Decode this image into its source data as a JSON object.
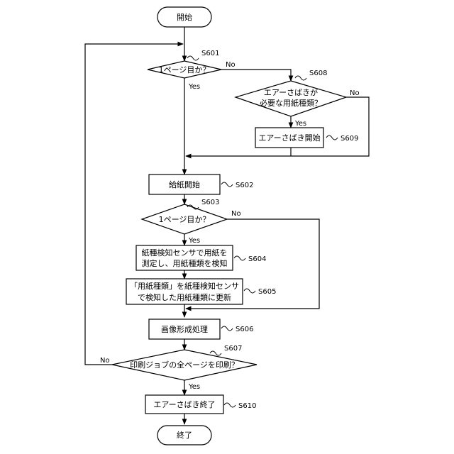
{
  "flowchart": {
    "start": "開始",
    "end": "終了",
    "s601": {
      "step": "S601",
      "text": "1ページ目か？",
      "yes": "Yes",
      "no": "No"
    },
    "s608": {
      "step": "S608",
      "line1": "エアーさばきが",
      "line2": "必要な用紙種類？",
      "yes": "Yes",
      "no": "No"
    },
    "s609": {
      "step": "S609",
      "text": "エアーさばき開始"
    },
    "s602": {
      "step": "S602",
      "text": "給紙開始"
    },
    "s603": {
      "step": "S603",
      "text": "1ページ目か？",
      "yes": "Yes",
      "no": "No"
    },
    "s604": {
      "step": "S604",
      "line1": "紙種検知センサで用紙を",
      "line2": "測定し、用紙種類を検知"
    },
    "s605": {
      "step": "S605",
      "line1": "「用紙種類」を紙種検知センサ",
      "line2": "で検知した用紙種類に更新"
    },
    "s606": {
      "step": "S606",
      "text": "画像形成処理"
    },
    "s607": {
      "step": "S607",
      "text": "印刷ジョブの全ページを印刷？",
      "yes": "Yes",
      "no": "No"
    },
    "s610": {
      "step": "S610",
      "text": "エアーさばき終了"
    }
  }
}
